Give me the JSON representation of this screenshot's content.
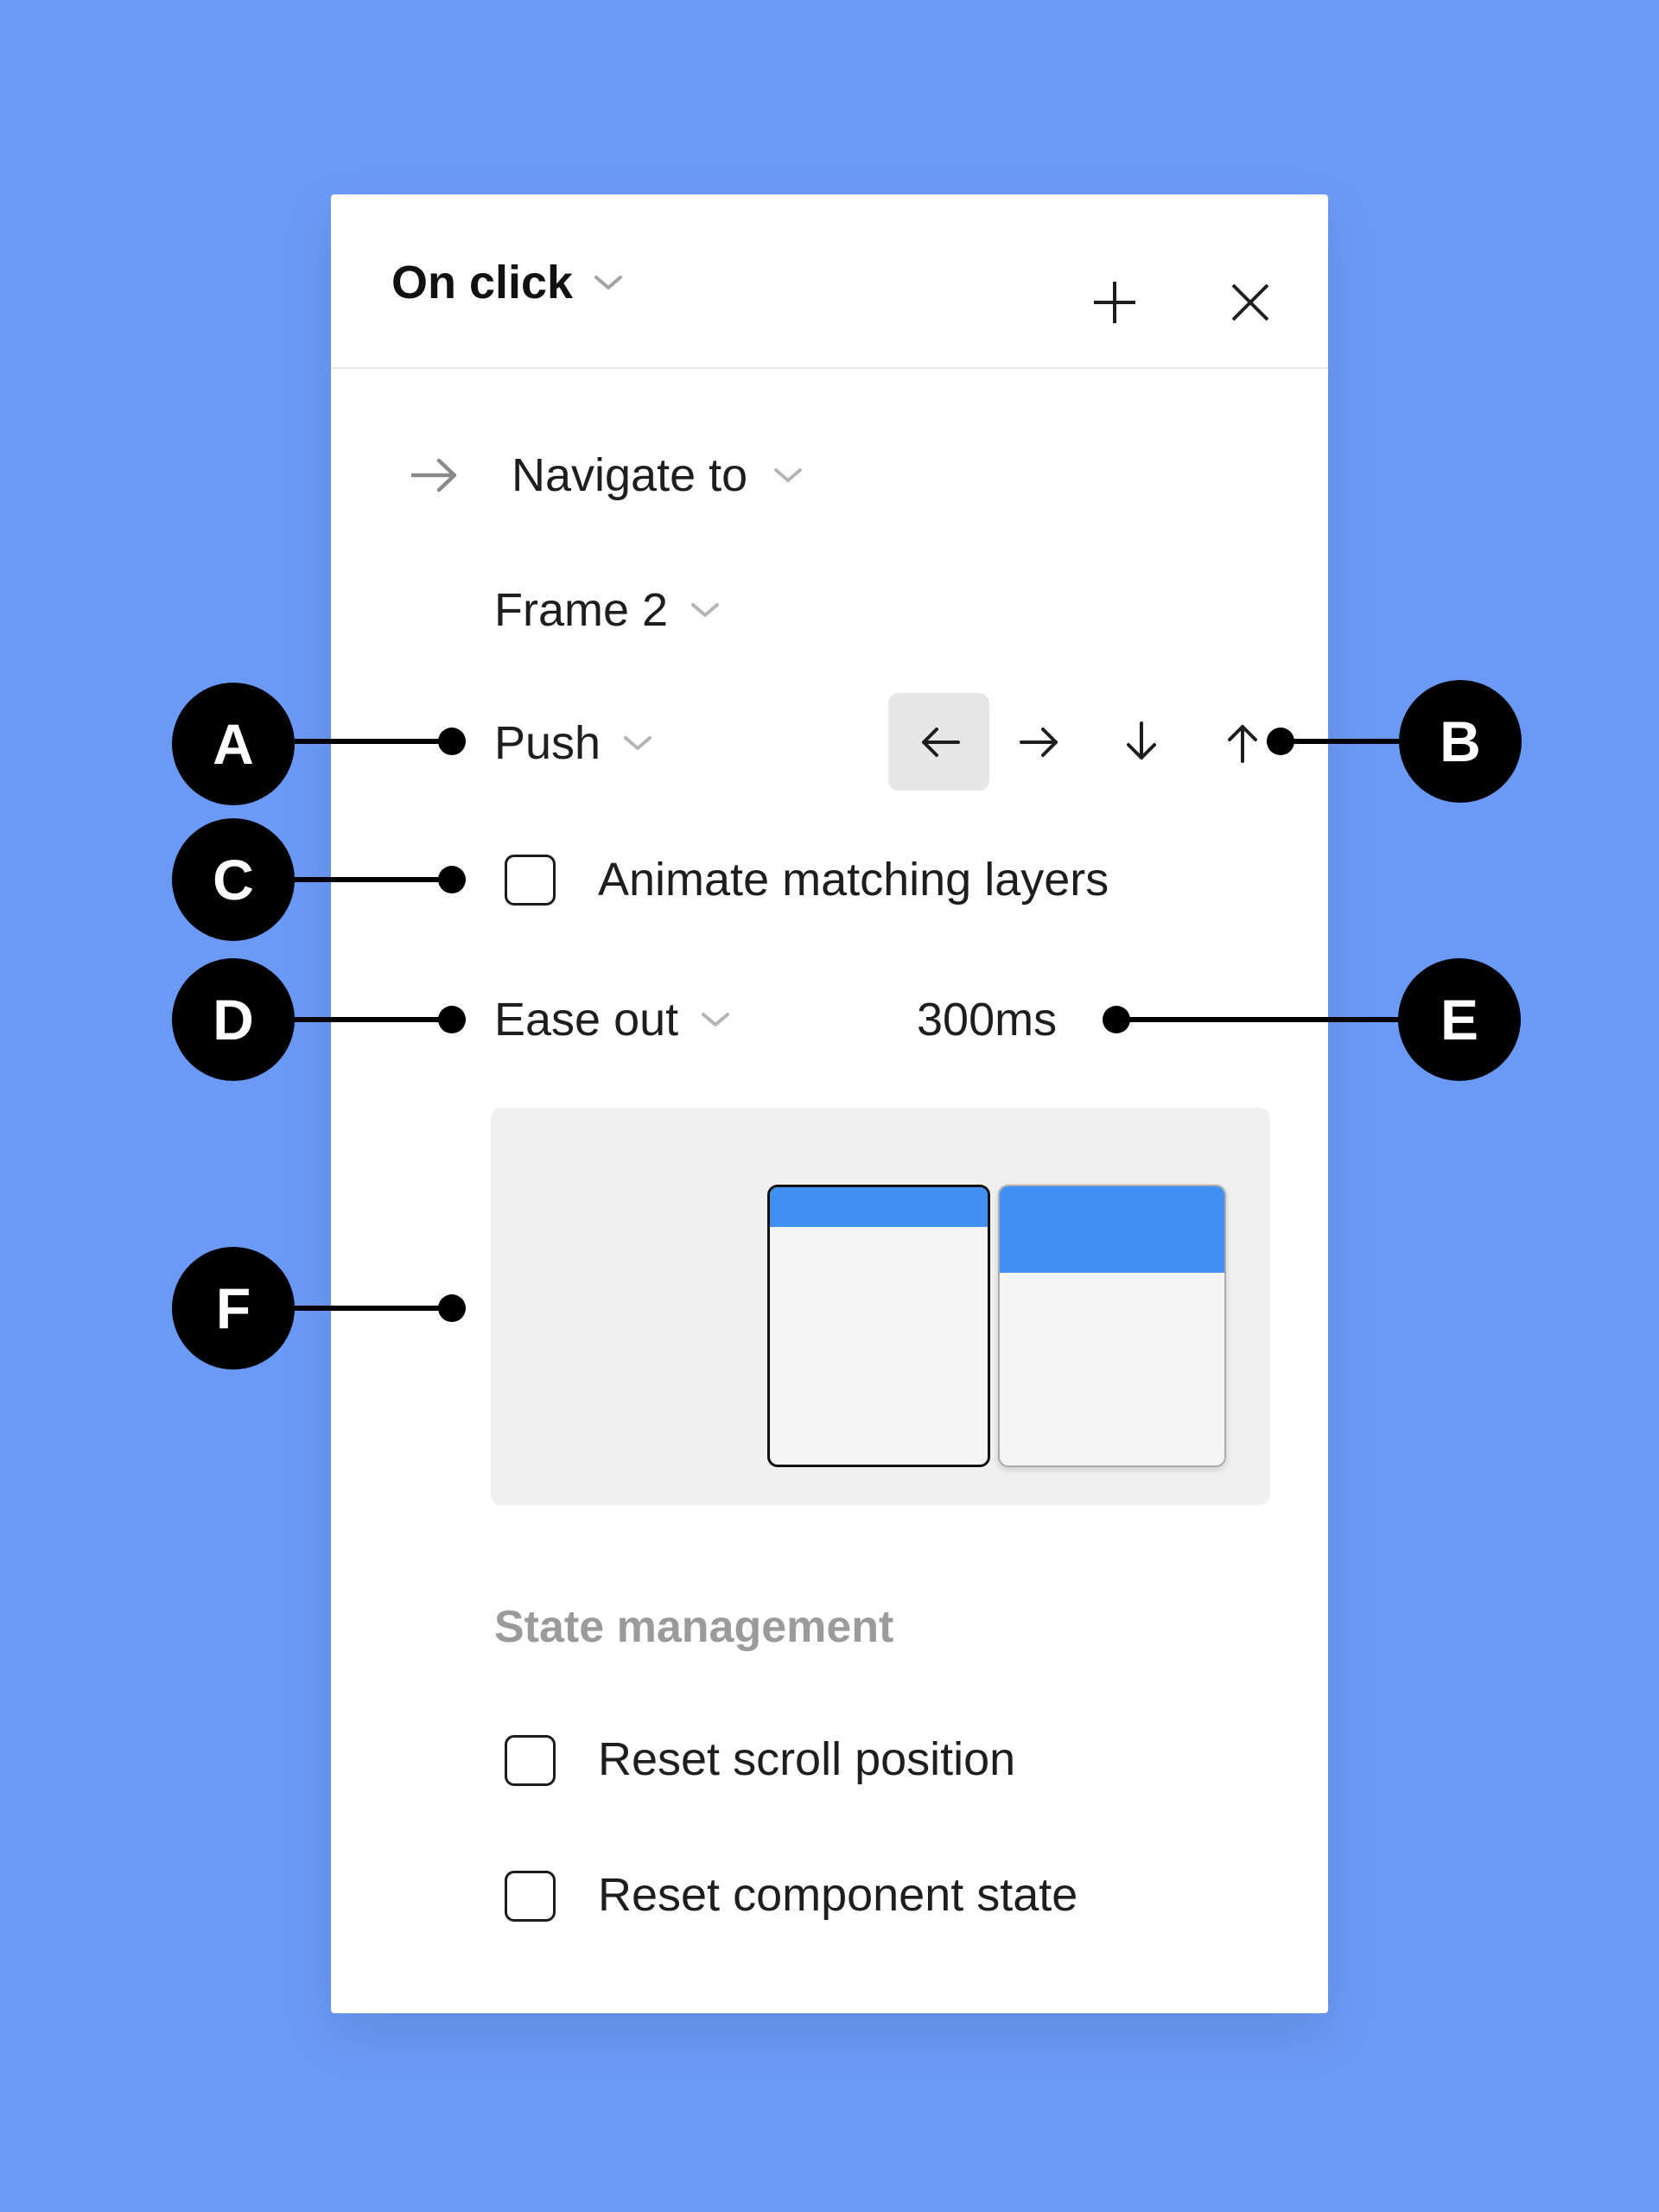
{
  "panel": {
    "header": {
      "trigger_label": "On click",
      "add_label": "add-interaction",
      "close_label": "close-panel"
    },
    "action": {
      "label": "Navigate to"
    },
    "destination": {
      "label": "Frame 2"
    },
    "animation": {
      "label": "Push",
      "direction_options": [
        "left",
        "right",
        "down",
        "up"
      ],
      "selected_direction": "left"
    },
    "animate_matching": {
      "label": "Animate matching layers",
      "checked": false
    },
    "easing": {
      "label": "Ease out",
      "duration": "300ms"
    },
    "state_management": {
      "title": "State management",
      "options": [
        {
          "label": "Reset scroll position",
          "checked": false
        },
        {
          "label": "Reset component state",
          "checked": false
        }
      ]
    }
  },
  "annotations": [
    {
      "letter": "A"
    },
    {
      "letter": "B"
    },
    {
      "letter": "C"
    },
    {
      "letter": "D"
    },
    {
      "letter": "E"
    },
    {
      "letter": "F"
    }
  ],
  "colors": {
    "background": "#6B9AF6",
    "frame_accent_blue": "#4190F4",
    "selected_button_bg": "#E7E7E7",
    "annotation": "#000000"
  }
}
